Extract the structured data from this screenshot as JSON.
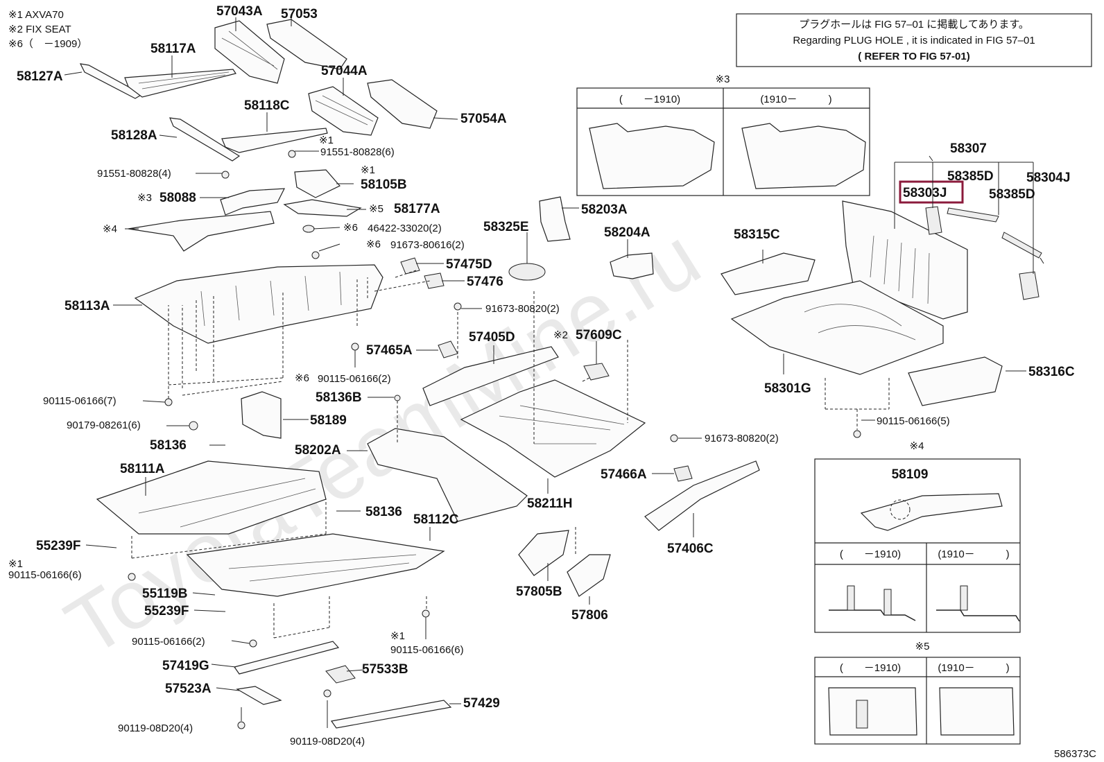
{
  "notes": {
    "n1": "※1 AXVA70",
    "n2": "※2 FIX SEAT",
    "n6": "※6（　－1909）"
  },
  "info_box": {
    "line1": "プラグホールは FIG 57–01 に掲載してあります。",
    "line2": "Regarding  PLUG  HOLE , it is indicated in FIG  57–01",
    "line3": "( REFER TO FIG 57-01)"
  },
  "watermark": "ToyotaTeamMine.ru",
  "figure_code": "586373C",
  "highlighted_part": "58303J",
  "parts": {
    "p57043A": "57043A",
    "p57053": "57053",
    "p58117A": "58117A",
    "p58127A": "58127A",
    "p57044A": "57044A",
    "p57054A": "57054A",
    "p58118C": "58118C",
    "p58128A": "58128A",
    "p91551_6": "91551-80828(6)",
    "p91551_4": "91551-80828(4)",
    "p58105B": "58105B",
    "p58088": "58088",
    "p58177A": "58177A",
    "p46422": "46422-33020(2)",
    "p91673_616": "91673-80616(2)",
    "p58325E": "58325E",
    "p58203A": "58203A",
    "p58204A": "58204A",
    "p57475D": "57475D",
    "p57476": "57476",
    "p58113A": "58113A",
    "p91673_820a": "91673-80820(2)",
    "p57465A": "57465A",
    "p57405D": "57405D",
    "p57609C": "57609C",
    "p90115_2a": "90115-06166(2)",
    "p90115_7": "90115-06166(7)",
    "p90179": "90179-08261(6)",
    "p58136a": "58136",
    "p58136B": "58136B",
    "p58189": "58189",
    "p58202A": "58202A",
    "p58111A": "58111A",
    "p58136b": "58136",
    "p58112C": "58112C",
    "p58211H": "58211H",
    "p91673_820b": "91673-80820(2)",
    "p57466A": "57466A",
    "p57406C": "57406C",
    "p55239Fa": "55239F",
    "p90115_6a": "90115-06166(6)",
    "p55119B": "55119B",
    "p55239Fb": "55239F",
    "p57805B": "57805B",
    "p57806": "57806",
    "p90115_2b": "90115-06166(2)",
    "p90115_6b": "90115-06166(6)",
    "p57419G": "57419G",
    "p57533B": "57533B",
    "p57523A": "57523A",
    "p57429": "57429",
    "p90119a": "90119-08D20(4)",
    "p90119b": "90119-08D20(4)",
    "p58307": "58307",
    "p58385Da": "58385D",
    "p58385Db": "58385D",
    "p58304J": "58304J",
    "p58303J": "58303J",
    "p58315C": "58315C",
    "p58301G": "58301G",
    "p58316C": "58316C",
    "p90115_5": "90115-06166(5)",
    "p58109": "58109"
  },
  "marks": {
    "m1": "※1",
    "m3": "※3",
    "m4": "※4",
    "m5": "※5",
    "m6": "※6",
    "m2": "※2"
  },
  "inset3": {
    "title": "※3",
    "left": "(　　－1910)",
    "right": "(1910－　　　)"
  },
  "inset4": {
    "title": "※4",
    "part": "58109",
    "left": "(　　－1910)",
    "right": "(1910－　　　)"
  },
  "inset5": {
    "title": "※5",
    "left": "(　　－1910)",
    "right": "(1910－　　　)"
  }
}
